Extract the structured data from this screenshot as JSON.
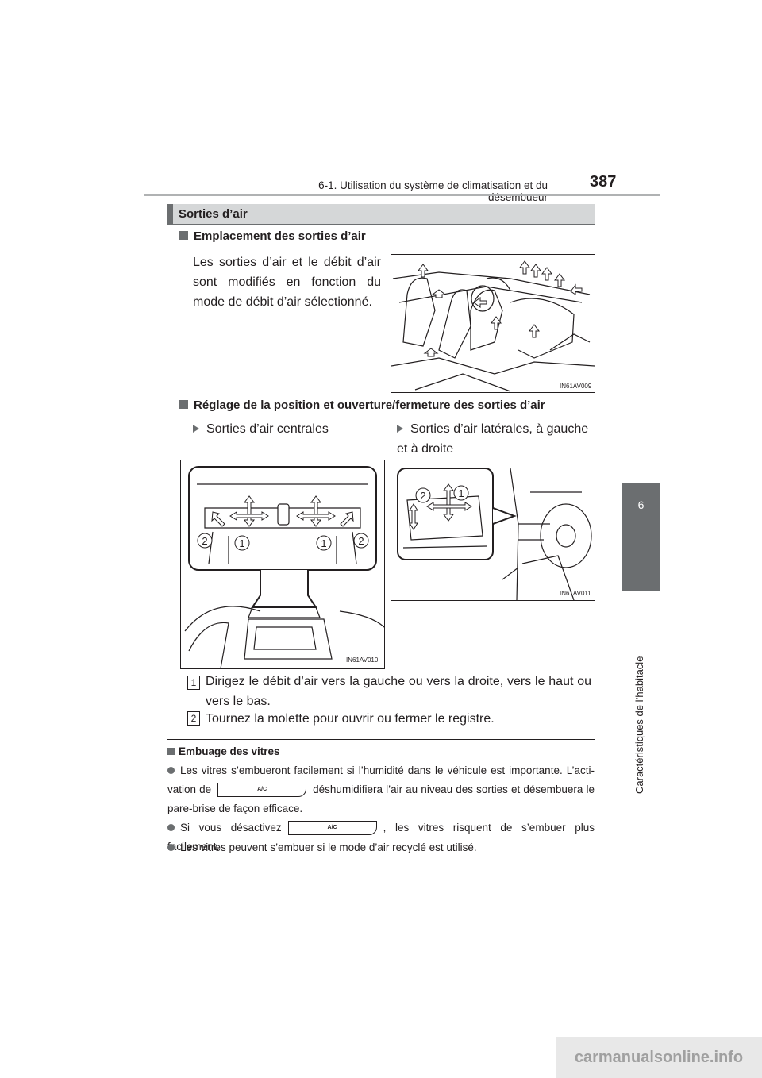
{
  "header": {
    "title": "6-1. Utilisation du système de climatisation et du désembueur",
    "page_number": "387"
  },
  "chapter_tab": {
    "number": "6",
    "title": "Caractéristiques de l’habitacle"
  },
  "section": {
    "title": "Sorties d’air"
  },
  "location": {
    "heading": "Emplacement des sorties d’air",
    "text": "Les sorties d’air et le débit d’air sont modifiés en fonction du mode de débit d’air sélectionné.",
    "figure_code": "IN61AV009"
  },
  "adjustment": {
    "heading": "Réglage de la position et ouverture/fermeture des sorties d’air",
    "col_left": "Sorties d’air centrales",
    "col_right": "Sorties d’air latérales, à gauche et à droite",
    "figure_left_code": "IN61AV010",
    "figure_right_code": "IN61AV011",
    "callout_1": "1",
    "callout_2": "2",
    "steps": [
      {
        "num": "1",
        "text": "Dirigez le débit d’air vers la gauche ou vers la droite, vers le haut ou vers le bas."
      },
      {
        "num": "2",
        "text": "Tournez la molette pour ouvrir ou fermer le registre."
      }
    ]
  },
  "note": {
    "heading": "Embuage des vitres",
    "ac_label": "A/C",
    "bullet1_before": "Les vitres s’embueront facilement si l’humidité dans le véhicule est importante. L’acti- vation de",
    "bullet1_after": "déshumidifiera l’air au niveau des sorties et désembuera le pare-brise de façon efficace.",
    "bullet2_before": "Si vous désactivez",
    "bullet2_after": ", les vitres risquent de s’embuer plus facilement.",
    "bullet3": "Les vitres peuvent s’embuer si le mode d’air recyclé est utilisé."
  },
  "watermark": "carmanualsonline.info"
}
